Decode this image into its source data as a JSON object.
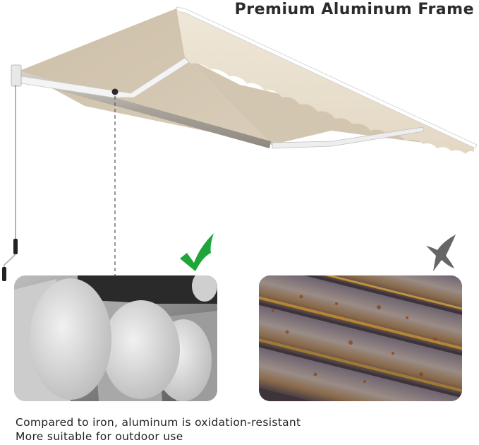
{
  "header": {
    "title": "Premium Aluminum Frame"
  },
  "illustration": {
    "subject": "retractable patio awning",
    "fabric_color": "#d8ccb8",
    "frame_color": "#f2f2f2",
    "crank_color": "#222222"
  },
  "comparison": {
    "good": {
      "material": "aluminum",
      "icon": "check-icon",
      "icon_color": "#1fa53a"
    },
    "bad": {
      "material": "iron",
      "icon": "cross-icon",
      "icon_color": "#666666"
    }
  },
  "caption": {
    "line1": "Compared to iron, aluminum is oxidation-resistant",
    "line2": "More suitable for outdoor use"
  }
}
